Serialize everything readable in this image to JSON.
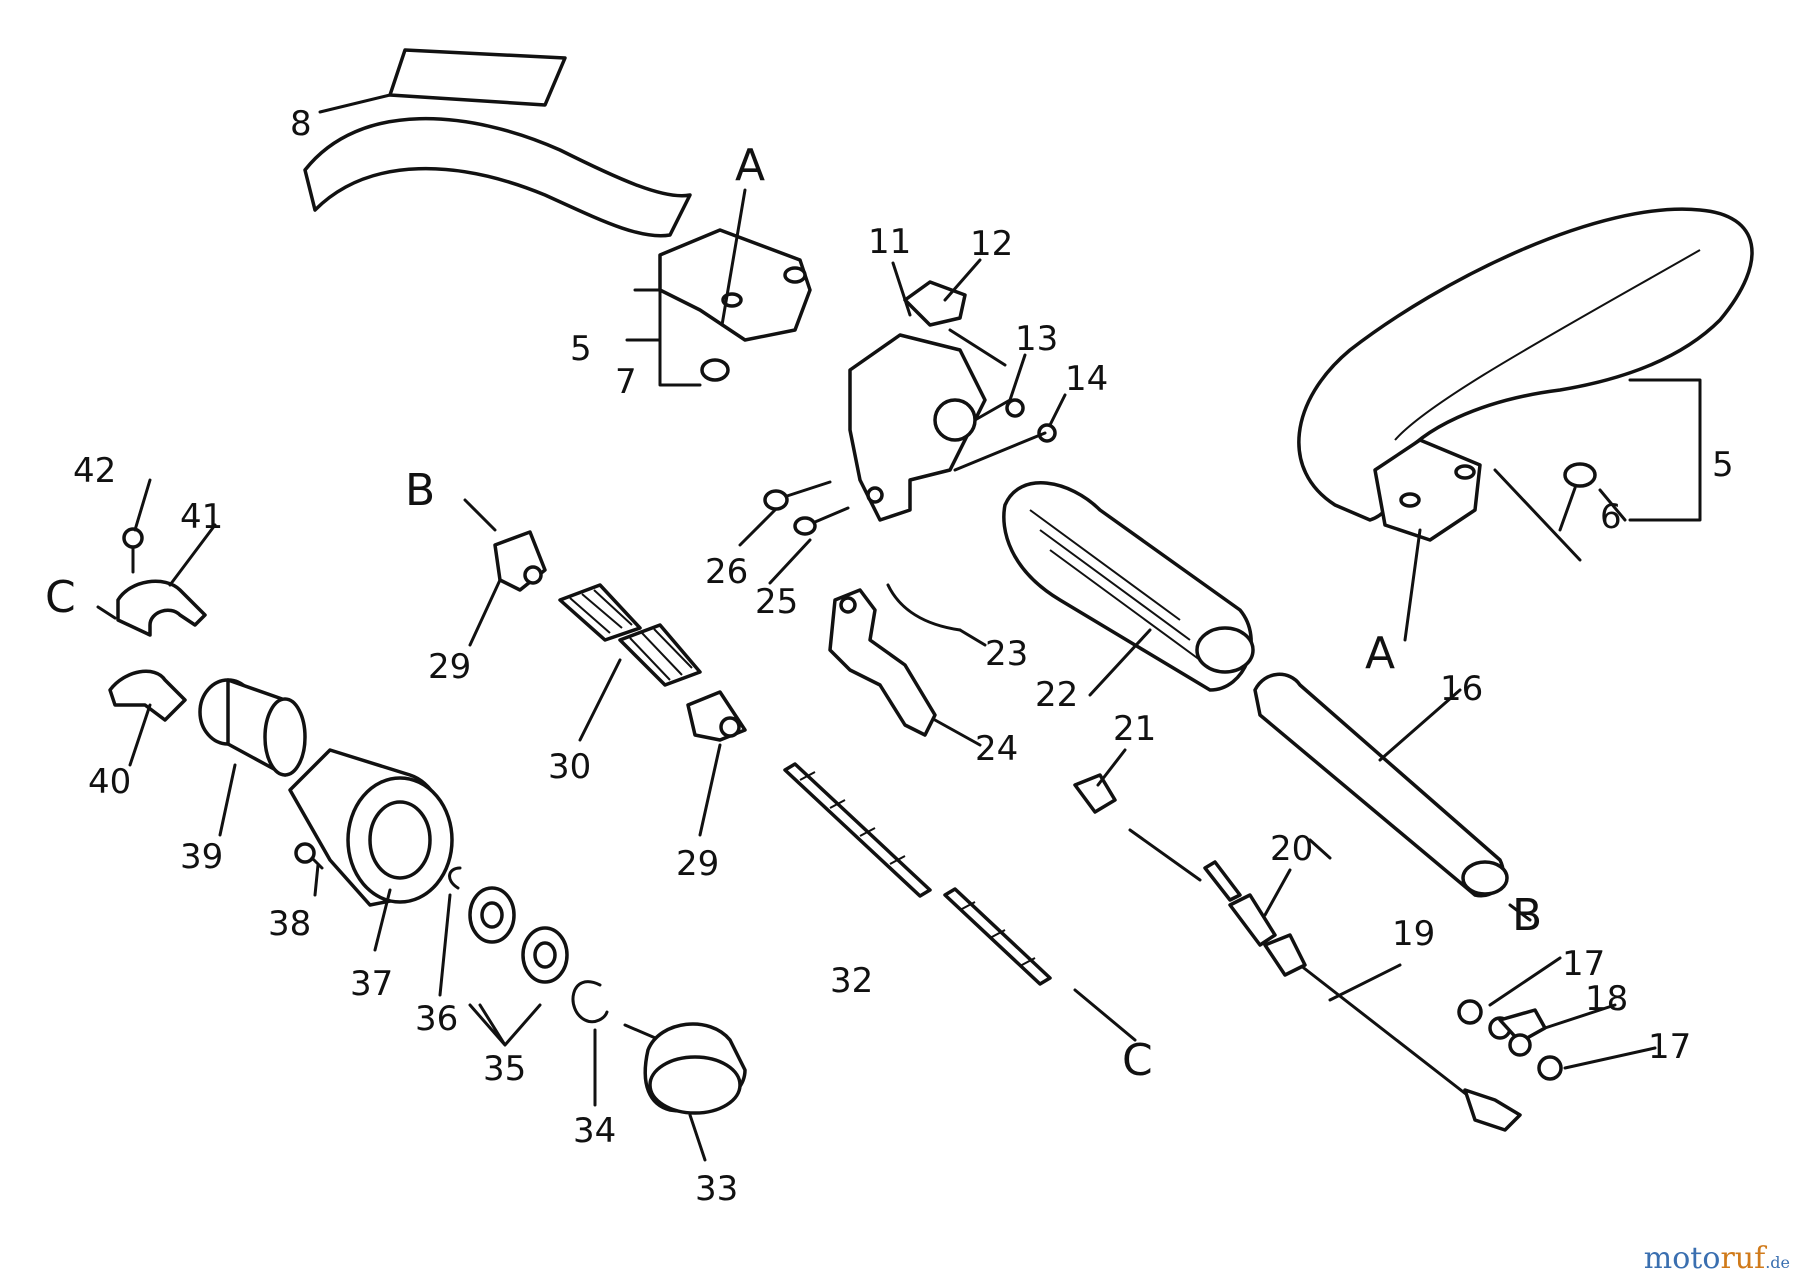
{
  "diagram": {
    "labels": {
      "p5a": "5",
      "p5b": "5",
      "p6": "6",
      "p7": "7",
      "p8": "8",
      "p11": "11",
      "p12": "12",
      "p13": "13",
      "p14": "14",
      "p16": "16",
      "p17a": "17",
      "p17b": "17",
      "p18": "18",
      "p19": "19",
      "p20": "20",
      "p21": "21",
      "p22": "22",
      "p23": "23",
      "p24": "24",
      "p25": "25",
      "p26": "26",
      "p29a": "29",
      "p29b": "29",
      "p30": "30",
      "p32": "32",
      "p33": "33",
      "p34": "34",
      "p35": "35",
      "p36": "36",
      "p37": "37",
      "p38": "38",
      "p39": "39",
      "p40": "40",
      "p41": "41",
      "p42": "42",
      "refA1": "A",
      "refA2": "A",
      "refB1": "B",
      "refB2": "B",
      "refC1": "C",
      "refC2": "C"
    },
    "watermark": {
      "part1": "moto",
      "part2": "ruf",
      "part3": ".de"
    }
  }
}
